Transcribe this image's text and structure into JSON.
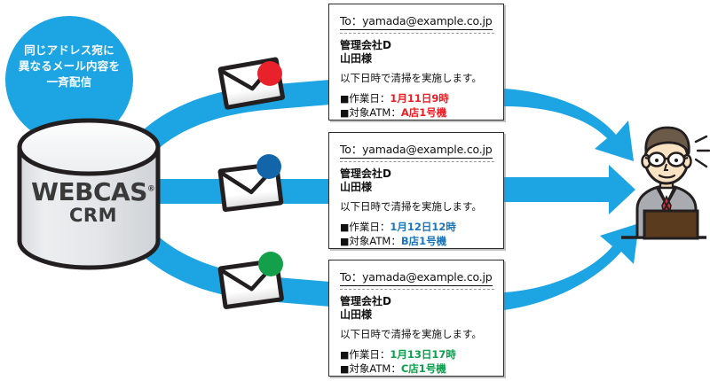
{
  "diagram": {
    "bubble": {
      "name": "broadcast-callout",
      "lines": [
        "同じアドレス宛に",
        "異なるメール内容を",
        "一斉配信"
      ],
      "fill": "#1CA4E3"
    },
    "database": {
      "name": "webcas-crm-database",
      "logo": "WEBCAS",
      "registered_mark": "®",
      "sub_label": "CRM"
    },
    "arrow_color": "#1CA4E3",
    "envelopes": [
      {
        "label": "envelope-red",
        "dot_color": "#E8212A"
      },
      {
        "label": "envelope-blue",
        "dot_color": "#1265A8"
      },
      {
        "label": "envelope-green",
        "dot_color": "#14A04A"
      }
    ],
    "recipient": {
      "name": "recipient-person",
      "description": "businessman-with-glasses-at-laptop"
    },
    "cards": [
      {
        "to_label": "To：",
        "to_address": "yamada@example.co.jp",
        "company": "管理会社D",
        "person": "山田様",
        "body": "以下日時で清掃を実施します。",
        "rows": [
          {
            "bullet": "■",
            "label": "作業日：",
            "value": "1月11日9時",
            "color": "#EE1C23",
            "color_class": "hl-red"
          },
          {
            "bullet": "■",
            "label": "対象ATM：",
            "value": "A店1号機",
            "color": "#EE1C23",
            "color_class": "hl-red"
          }
        ]
      },
      {
        "to_label": "To：",
        "to_address": "yamada@example.co.jp",
        "company": "管理会社D",
        "person": "山田様",
        "body": "以下日時で清掃を実施します。",
        "rows": [
          {
            "bullet": "■",
            "label": "作業日：",
            "value": "1月12日12時",
            "color": "#1B75BC",
            "color_class": "hl-blue"
          },
          {
            "bullet": "■",
            "label": "対象ATM：",
            "value": "B店1号機",
            "color": "#1B75BC",
            "color_class": "hl-blue"
          }
        ]
      },
      {
        "to_label": "To：",
        "to_address": "yamada@example.co.jp",
        "company": "管理会社D",
        "person": "山田様",
        "body": "以下日時で清掃を実施します。",
        "rows": [
          {
            "bullet": "■",
            "label": "作業日：",
            "value": "1月13日17時",
            "color": "#0AA14B",
            "color_class": "hl-green"
          },
          {
            "bullet": "■",
            "label": "対象ATM：",
            "value": "C店1号機",
            "color": "#0AA14B",
            "color_class": "hl-green"
          }
        ]
      }
    ]
  }
}
